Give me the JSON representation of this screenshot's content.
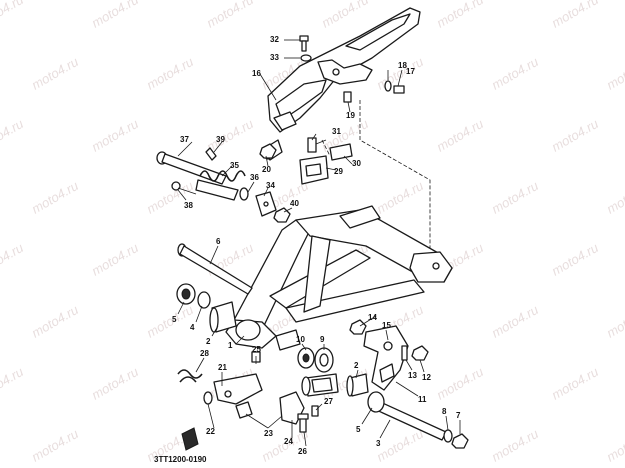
{
  "diagram": {
    "code": "3TT1200-0190",
    "watermark": "moto4.ru"
  },
  "callouts": [
    {
      "id": "c1",
      "label": "1"
    },
    {
      "id": "c2a",
      "label": "2"
    },
    {
      "id": "c2b",
      "label": "2"
    },
    {
      "id": "c3",
      "label": "3"
    },
    {
      "id": "c4",
      "label": "4"
    },
    {
      "id": "c5a",
      "label": "5"
    },
    {
      "id": "c5b",
      "label": "5"
    },
    {
      "id": "c6",
      "label": "6"
    },
    {
      "id": "c7",
      "label": "7"
    },
    {
      "id": "c8",
      "label": "8"
    },
    {
      "id": "c9",
      "label": "9"
    },
    {
      "id": "c10",
      "label": "10"
    },
    {
      "id": "c11",
      "label": "11"
    },
    {
      "id": "c12",
      "label": "12"
    },
    {
      "id": "c13",
      "label": "13"
    },
    {
      "id": "c14",
      "label": "14"
    },
    {
      "id": "c15",
      "label": "15"
    },
    {
      "id": "c16",
      "label": "16"
    },
    {
      "id": "c17",
      "label": "17"
    },
    {
      "id": "c18",
      "label": "18"
    },
    {
      "id": "c19",
      "label": "19"
    },
    {
      "id": "c20",
      "label": "20"
    },
    {
      "id": "c21",
      "label": "21"
    },
    {
      "id": "c22",
      "label": "22"
    },
    {
      "id": "c23",
      "label": "23"
    },
    {
      "id": "c24",
      "label": "24"
    },
    {
      "id": "c25",
      "label": "25"
    },
    {
      "id": "c26",
      "label": "26"
    },
    {
      "id": "c27",
      "label": "27"
    },
    {
      "id": "c28",
      "label": "28"
    },
    {
      "id": "c29",
      "label": "29"
    },
    {
      "id": "c30",
      "label": "30"
    },
    {
      "id": "c31",
      "label": "31"
    },
    {
      "id": "c32",
      "label": "32"
    },
    {
      "id": "c33",
      "label": "33"
    },
    {
      "id": "c34",
      "label": "34"
    },
    {
      "id": "c35",
      "label": "35"
    },
    {
      "id": "c36",
      "label": "36"
    },
    {
      "id": "c37",
      "label": "37"
    },
    {
      "id": "c38",
      "label": "38"
    },
    {
      "id": "c39",
      "label": "39"
    },
    {
      "id": "c40",
      "label": "40"
    }
  ]
}
